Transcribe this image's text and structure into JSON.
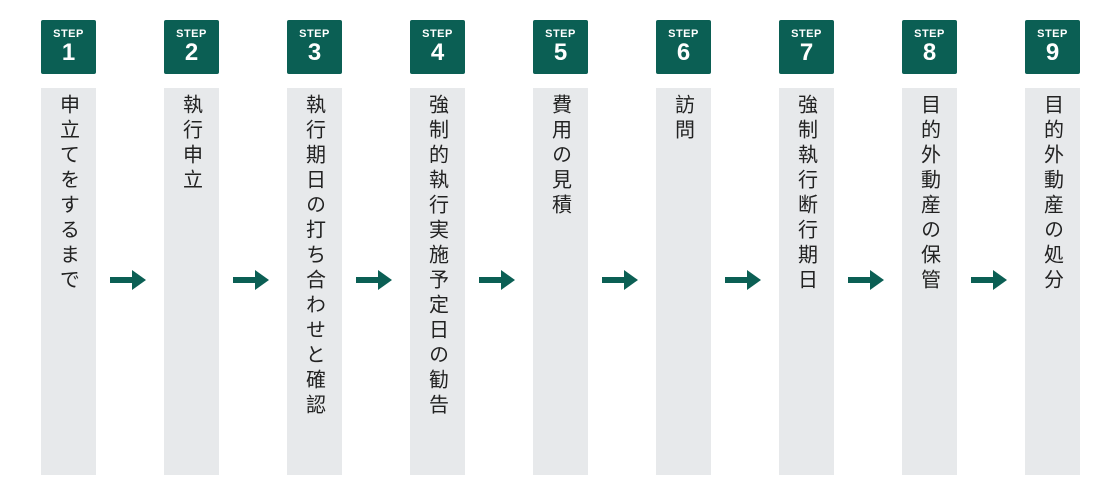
{
  "colors": {
    "badge": "#0b5f54",
    "panel": "#e7e9eb",
    "arrow": "#0b5f54",
    "text": "#222222"
  },
  "icons": {
    "arrow": "arrow-right-icon"
  },
  "steps": [
    {
      "label": "STEP",
      "number": "1",
      "text": "申立てをするまで"
    },
    {
      "label": "STEP",
      "number": "2",
      "text": "執行申立"
    },
    {
      "label": "STEP",
      "number": "3",
      "text": "執行期日の打ち合わせと確認"
    },
    {
      "label": "STEP",
      "number": "4",
      "text": "強制的執行実施予定日の勧告"
    },
    {
      "label": "STEP",
      "number": "5",
      "text": "費用の見積"
    },
    {
      "label": "STEP",
      "number": "6",
      "text": "訪問"
    },
    {
      "label": "STEP",
      "number": "7",
      "text": "強制執行断行期日"
    },
    {
      "label": "STEP",
      "number": "8",
      "text": "目的外動産の保管"
    },
    {
      "label": "STEP",
      "number": "9",
      "text": "目的外動産の処分"
    }
  ]
}
